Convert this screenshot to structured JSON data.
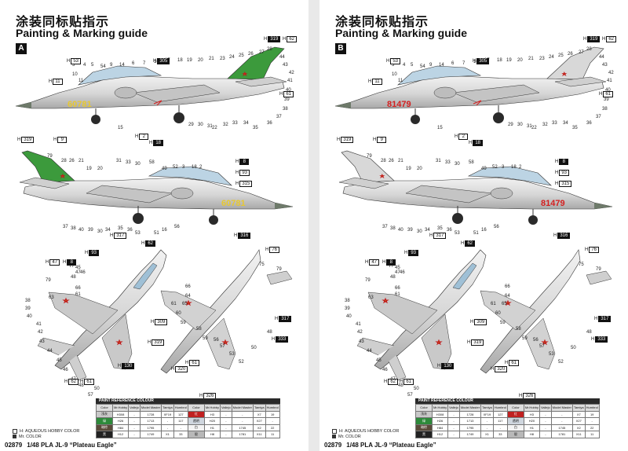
{
  "title_cn": "涂装同标贴指示",
  "title_en": "Painting & Marking guide",
  "footer": {
    "code": "02879",
    "kit": "1/48 PLA JL-9 “Plateau Eagle”"
  },
  "legend": {
    "aqueous": "AQUEOUS HOBBY COLOR",
    "mr": "Mr. COLOR",
    "h_mark": "H"
  },
  "paint_table": {
    "title": "PAINT REFERENCE COLOUR",
    "headers": [
      "Color",
      "Mr.Hobby",
      "Vallejo",
      "Model Master",
      "Tamiya",
      "Humbrol",
      "Color",
      "Mr.Hobby",
      "Vallejo",
      "Model Master",
      "Tamiya",
      "Humbrol"
    ],
    "rows": [
      [
        {
          "text": "浅灰",
          "color": "#c8c8c8",
          "dark": false
        },
        "H308",
        "-",
        "1728",
        "XF19",
        "127",
        {
          "text": "红",
          "color": "#c02020",
          "dark": true
        },
        "H3",
        "-",
        "-",
        "X7",
        "19"
      ],
      [
        {
          "text": "绿",
          "color": "#2d8a3a",
          "dark": true
        },
        "H26",
        "-",
        "1713",
        "-",
        "117",
        {
          "text": "透明",
          "color": "#cfd6de",
          "dark": false
        },
        "H20",
        "-",
        "-",
        "X27",
        "-"
      ],
      [
        {
          "text": "暗棕",
          "color": "#5a4a3a",
          "dark": true
        },
        "H84",
        "-",
        "1795",
        "-",
        "-",
        {
          "text": "白",
          "color": "#f4f4f4",
          "dark": false
        },
        "H1",
        "-",
        "1745",
        "X2",
        "22"
      ],
      [
        {
          "text": "黑",
          "color": "#222222",
          "dark": true
        },
        "H12",
        "-",
        "1749",
        "X1",
        "33",
        {
          "text": "银",
          "color": "#b8b8b8",
          "dark": false
        },
        "H8",
        "-",
        "1781",
        "X11",
        "11"
      ]
    ]
  },
  "schemes": [
    {
      "id": "A",
      "serial": "60781",
      "serial_color": "#e8c830",
      "tail_color": "#3c9a3c",
      "side_callouts": [
        "3",
        "4",
        "5",
        "54",
        "9",
        "14",
        "6",
        "7",
        "16",
        "17",
        "18",
        "19",
        "20",
        "21",
        "23",
        "24",
        "25",
        "26",
        "27",
        "28",
        "10",
        "11",
        "15",
        "22",
        "29",
        "30",
        "31",
        "32",
        "33",
        "34",
        "35",
        "36",
        "37",
        "38",
        "39",
        "40",
        "41",
        "42",
        "43",
        "44"
      ],
      "side_h": [
        "53",
        "305",
        "11",
        "61",
        "319",
        "62",
        "2",
        "18"
      ],
      "left_callouts": [
        "79",
        "28",
        "26",
        "21",
        "19",
        "20",
        "31",
        "33",
        "30",
        "58",
        "49",
        "52",
        "3",
        "18",
        "2",
        "37",
        "38",
        "40",
        "39",
        "30",
        "34",
        "35",
        "36",
        "53",
        "51",
        "16",
        "56"
      ],
      "left_h": [
        "319",
        "8",
        "93",
        "315",
        "316",
        "9",
        "317",
        "62"
      ],
      "top_callouts": [
        "79",
        "48",
        "47",
        "46",
        "45",
        "77",
        "66",
        "61",
        "63",
        "38",
        "39",
        "40",
        "41",
        "42",
        "43",
        "44",
        "45",
        "46",
        "47",
        "48",
        "57",
        "50"
      ],
      "top_h": [
        "47",
        "8",
        "309",
        "319",
        "130",
        "61",
        "62",
        "93"
      ],
      "bottom_callouts": [
        "75",
        "79",
        "66",
        "64",
        "65",
        "61",
        "60",
        "59",
        "58",
        "59",
        "56",
        "57",
        "53",
        "52",
        "50",
        "48"
      ],
      "bottom_h": [
        "76",
        "317",
        "61",
        "320",
        "333",
        "326"
      ]
    },
    {
      "id": "B",
      "serial": "81479",
      "serial_color": "#d42020",
      "tail_color": "#d8d8d8",
      "side_callouts": [
        "3",
        "4",
        "5",
        "54",
        "9",
        "14",
        "6",
        "7",
        "16",
        "17",
        "18",
        "19",
        "20",
        "21",
        "23",
        "24",
        "25",
        "26",
        "27",
        "28",
        "10",
        "11",
        "15",
        "22",
        "29",
        "30",
        "31",
        "32",
        "33",
        "34",
        "35",
        "36",
        "37",
        "38",
        "39",
        "40",
        "41",
        "42",
        "43",
        "44"
      ],
      "side_h": [
        "53",
        "305",
        "11",
        "61",
        "319",
        "62",
        "2",
        "18"
      ],
      "left_callouts": [
        "79",
        "28",
        "26",
        "21",
        "19",
        "20",
        "31",
        "33",
        "30",
        "58",
        "49",
        "52",
        "3",
        "18",
        "2",
        "37",
        "38",
        "40",
        "39",
        "30",
        "34",
        "35",
        "36",
        "53",
        "51",
        "16",
        "56"
      ],
      "left_h": [
        "319",
        "8",
        "93",
        "315",
        "316",
        "9",
        "317",
        "62"
      ],
      "top_callouts": [
        "79",
        "48",
        "47",
        "46",
        "45",
        "77",
        "66",
        "61",
        "63",
        "38",
        "39",
        "40",
        "41",
        "42",
        "43",
        "44",
        "45",
        "46",
        "47",
        "48",
        "57",
        "50"
      ],
      "top_h": [
        "47",
        "8",
        "309",
        "319",
        "130",
        "61",
        "62",
        "93"
      ],
      "bottom_callouts": [
        "75",
        "79",
        "66",
        "64",
        "65",
        "61",
        "60",
        "59",
        "58",
        "59",
        "56",
        "57",
        "53",
        "52",
        "50",
        "48"
      ],
      "bottom_h": [
        "76",
        "317",
        "61",
        "320",
        "333",
        "326"
      ]
    }
  ]
}
